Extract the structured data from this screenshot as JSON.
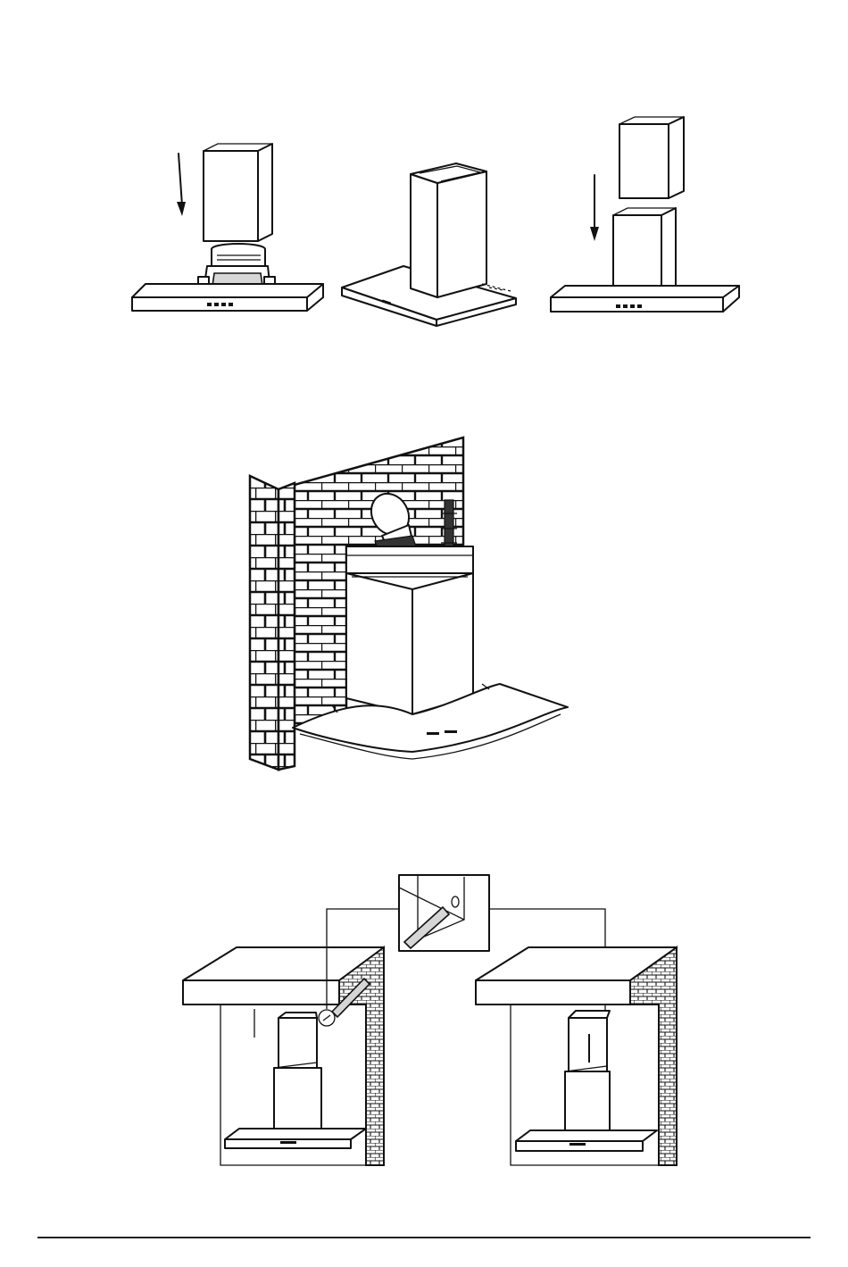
{
  "page": {
    "background": "#ffffff",
    "line_color": "#111111"
  },
  "figures": [
    {
      "id": "step-1",
      "icon": "arrow-down-icon"
    },
    {
      "id": "step-2"
    },
    {
      "id": "step-3",
      "icon": "arrow-down-icon"
    },
    {
      "id": "brick-wall-installation"
    },
    {
      "id": "ceiling-mount-before"
    },
    {
      "id": "screw-detail-inset"
    },
    {
      "id": "ceiling-mount-after"
    }
  ]
}
